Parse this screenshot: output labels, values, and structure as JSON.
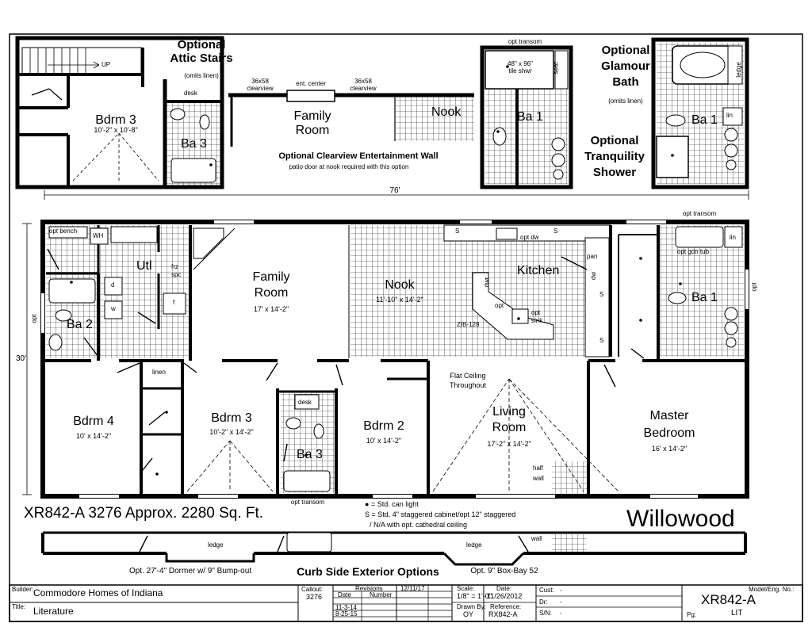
{
  "options": {
    "attic_title": "Optional\nAttic Stairs",
    "attic_note": "(omits linen)",
    "up": "UP",
    "ent_center": "ent. center",
    "clearview": "36x58\nclearview",
    "entertainment_title": "Optional Clearview Entertainment Wall",
    "entertainment_note": "patio door at nook required with this option",
    "transom": "opt transom",
    "tile_shower": "48\" x 96\"\ntile shwr",
    "seat": "seat",
    "glamour_title": "Optional\nGlamour\nBath",
    "glamour_note": "(omits linen)",
    "tranquility_title": "Optional\nTranquility\nShower",
    "ledge": "ledge",
    "lin": "lin",
    "curb_title": "Curb Side Exterior Options",
    "dormer_note": "Opt. 27'-4\" Dormer w/ 9\" Bump-out",
    "boxbay_note": "Opt. 9\" Box-Bay 52",
    "wall": "wall"
  },
  "dimensions": {
    "width": "76'",
    "depth": "30'"
  },
  "rooms": {
    "bdrm3_attic": {
      "name": "Bdrm 3",
      "size": "10'-2\" x 10'-8\""
    },
    "ba3_attic": "Ba 3",
    "desk": "desk",
    "family_opt": "Family\nRoom",
    "nook_opt": "Nook",
    "ba1_shower": "Ba 1",
    "ba1_glamour": "Ba 1",
    "family": {
      "name": "Family\nRoom",
      "size": "17' x 14'-2\""
    },
    "nook": {
      "name": "Nook",
      "size": "11'-10\" x 14'-2\""
    },
    "kitchen": "Kitchen",
    "utl": "Utl",
    "ba2": "Ba 2",
    "ba1": "Ba 1",
    "bdrm4": {
      "name": "Bdrm 4",
      "size": "10' x 14'-2\""
    },
    "bdrm3": {
      "name": "Bdrm 3",
      "size": "10'-2\" x 14'-2\""
    },
    "ba3": "Ba 3",
    "bdrm2": {
      "name": "Bdrm 2",
      "size": "10' x 14'-2\""
    },
    "living": {
      "name": "Living\nRoom",
      "size": "17'-2\" x 14'-2\""
    },
    "master": {
      "name": "Master\nBedroom",
      "size": "16' x 14'-2\""
    }
  },
  "labels": {
    "opt_bench": "opt bench",
    "wh": "WH",
    "frz_spc": "frz\nspc",
    "d": "d",
    "w": "w",
    "f": "f",
    "opt": "opt",
    "linen": "linen",
    "s": "S",
    "dw": "dw",
    "opt_dw": "opt dw",
    "pan": "pan",
    "dwr": "dwr",
    "opt_sink": "opt\nsink",
    "zib": "ZIB-128",
    "opt_gdn_tub": "opt gdn tub",
    "flat_ceiling": "Flat Ceiling\nThroughout",
    "half_wall": "half\nwall",
    "opt_transom": "opt transom"
  },
  "model": {
    "name_line": "XR842-A 3276  Approx. 2280 Sq. Ft.",
    "series": "Willowood"
  },
  "legend": {
    "can_light": "= Std. can light",
    "cabinet": "S = Std. 4\" staggered cabinet/opt 12\" staggered",
    "cathedral": "/  N/A with opt. cathedral ceiling"
  },
  "titleblock": {
    "builder_label": "Builder:",
    "builder": "Commodore Homes of Indiana",
    "title_label": "Title:",
    "title": "Literature",
    "callout_label": "Callout:",
    "callout": "3276",
    "revisions_label": "Revisions",
    "date_label": "Date",
    "number_label": "Number",
    "rev_date_top": "12/11/17",
    "rev1": "11-3-14",
    "rev2": "8-25-15",
    "scale_label": "Scale:",
    "scale": "1/8\" = 1'-0\"",
    "date_field_label": "Date:",
    "date": "11/26/2012",
    "drawn_label": "Drawn By:",
    "drawn": "OY",
    "reference_label": "Reference:",
    "reference": "RX842-A",
    "cust_label": "Cust:",
    "dr_label": "Dr:",
    "sn_label": "S/N:",
    "dash": "-",
    "model_label": "Model/Eng. No.:",
    "model": "XR842-A",
    "pg_label": "Pg:",
    "pg": "LIT"
  }
}
